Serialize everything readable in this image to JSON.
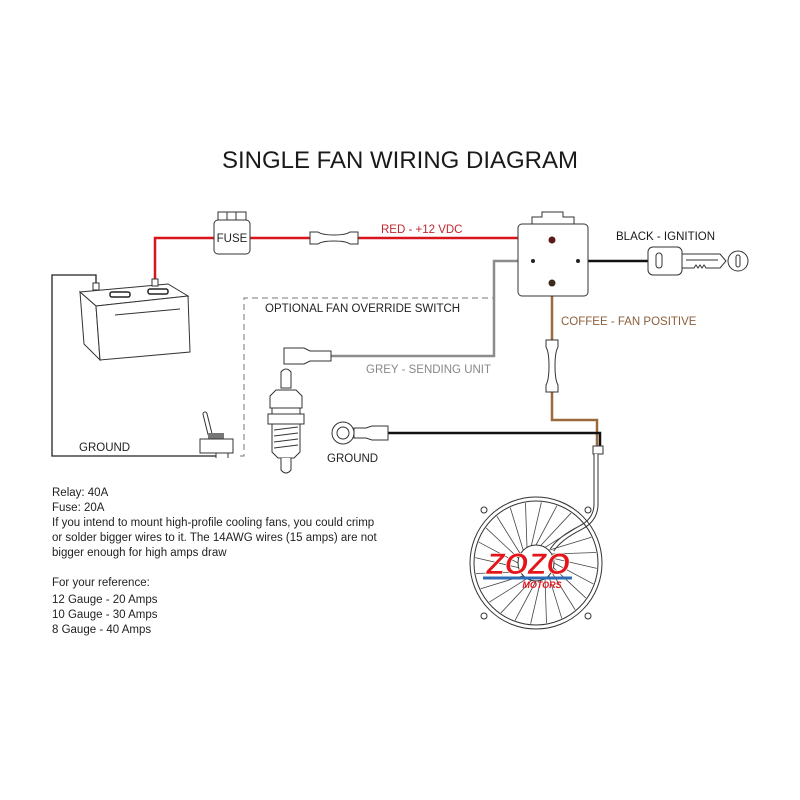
{
  "title": "SINGLE FAN WIRING DIAGRAM",
  "colors": {
    "red_wire": "#d8141c",
    "black_wire": "#111111",
    "grey_wire": "#8c8c8c",
    "coffee_wire": "#9a6a3e",
    "label_red": "#c0282d",
    "label_grey": "#888888",
    "label_coffee": "#8b5e3c",
    "logo_red": "#e3151b",
    "logo_blue": "#2e6bb5"
  },
  "components": {
    "fuse_label": "FUSE",
    "battery": "battery",
    "relay": "relay",
    "ignition_key": "ignition-key",
    "toggle_switch": "override-toggle-switch",
    "temperature_sender": "sending-unit",
    "ring_terminal": "ground-ring-terminal",
    "fan": "cooling-fan"
  },
  "wire_labels": {
    "red": "RED - +12 VDC",
    "black": "BLACK - IGNITION",
    "coffee": "COFFEE - FAN POSITIVE",
    "grey": "GREY - SENDING UNIT",
    "override": "OPTIONAL FAN OVERRIDE SWITCH",
    "ground_battery": "GROUND",
    "ground_fan": "GROUND"
  },
  "logo": {
    "brand": "ZOZO",
    "sub": "MOTORS"
  },
  "notes": {
    "relay": "Relay: 40A",
    "fuse": "Fuse: 20A",
    "paragraph_lines": [
      "If you intend to mount high-profile cooling fans, you could crimp",
      "or solder bigger wires to it. The 14AWG wires (15 amps) are not",
      "bigger enough for high amps draw"
    ],
    "reference_heading": "For your reference:",
    "gauge_table": [
      "12 Gauge - 20 Amps",
      "10 Gauge - 30 Amps",
      "8 Gauge - 40 Amps"
    ]
  }
}
